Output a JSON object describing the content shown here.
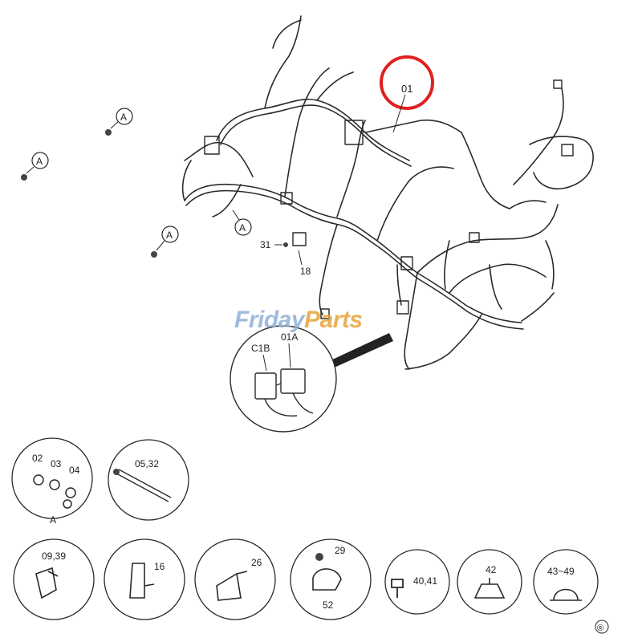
{
  "watermark": {
    "part1": "Friday",
    "part2": "Parts"
  },
  "callouts": {
    "highlight": "01",
    "detail_ref": "A",
    "part_31": "31",
    "part_18": "18",
    "inset_c1b": "C1B",
    "inset_01a": "01A"
  },
  "legend": {
    "circle_a": {
      "labels": [
        "02",
        "03",
        "04"
      ],
      "group": "A"
    },
    "circle_tie": {
      "label": "05,32"
    },
    "circle_0939": {
      "label": "09,39"
    },
    "circle_16": {
      "label": "16"
    },
    "circle_26": {
      "label": "26"
    },
    "circle_29": {
      "top": "29",
      "bottom": "52"
    },
    "circle_40": {
      "label": "40,41"
    },
    "circle_42": {
      "label": "42"
    },
    "circle_43": {
      "label": "43~49"
    }
  },
  "registered_mark": "®",
  "colors": {
    "highlight_ring": "#e02020",
    "ink": "#2a2a2a"
  }
}
